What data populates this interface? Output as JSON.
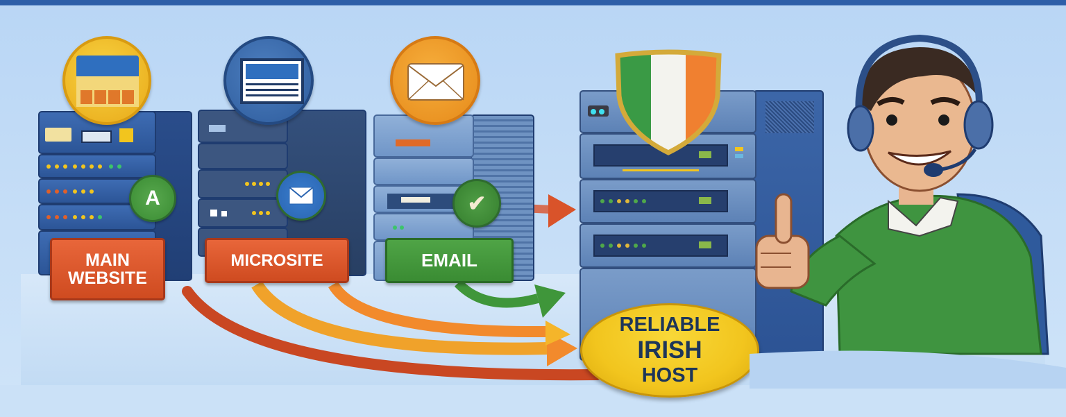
{
  "banner": {
    "servers": [
      {
        "id": "main-website",
        "label_line1": "MAIN",
        "label_line2": "WEBSITE",
        "label_color": "#d65428",
        "top_icon": "website-layout-icon",
        "badge_icon": "a-letter-badge-icon",
        "badge_text": "A"
      },
      {
        "id": "microsite",
        "label_line1": "MICROSITE",
        "label_color": "#d65428",
        "top_icon": "web-page-icon",
        "badge_icon": "envelope-badge-icon"
      },
      {
        "id": "email",
        "label_line1": "EMAIL",
        "label_color": "#42953a",
        "top_icon": "envelope-icon",
        "badge_icon": "checkmark-badge-icon",
        "badge_text": "✔"
      }
    ],
    "destination": {
      "line1": "RELIABLE",
      "line2": "IRISH",
      "line3": "HOST",
      "color": "#f2c51e",
      "text_color": "#1d3559",
      "shield_icon": "irish-flag-shield-icon",
      "flag_colors": [
        "#3a9a45",
        "#f3f3ee",
        "#f08030"
      ]
    },
    "person": {
      "description": "support agent with headset giving thumbs up",
      "sweater_color": "#3f9440"
    },
    "arrows": [
      {
        "from": "main-website",
        "color": "#d9532a"
      },
      {
        "from": "microsite",
        "color": "#f0a22a"
      },
      {
        "from": "microsite",
        "color": "#f28a2c"
      },
      {
        "from": "email",
        "color": "#3f963a"
      },
      {
        "from": "email",
        "color": "#d9532a"
      }
    ],
    "colors": {
      "background": "#bcd8f5",
      "top_bar": "#2d5ea8",
      "server_blue": "#345f9f"
    }
  }
}
